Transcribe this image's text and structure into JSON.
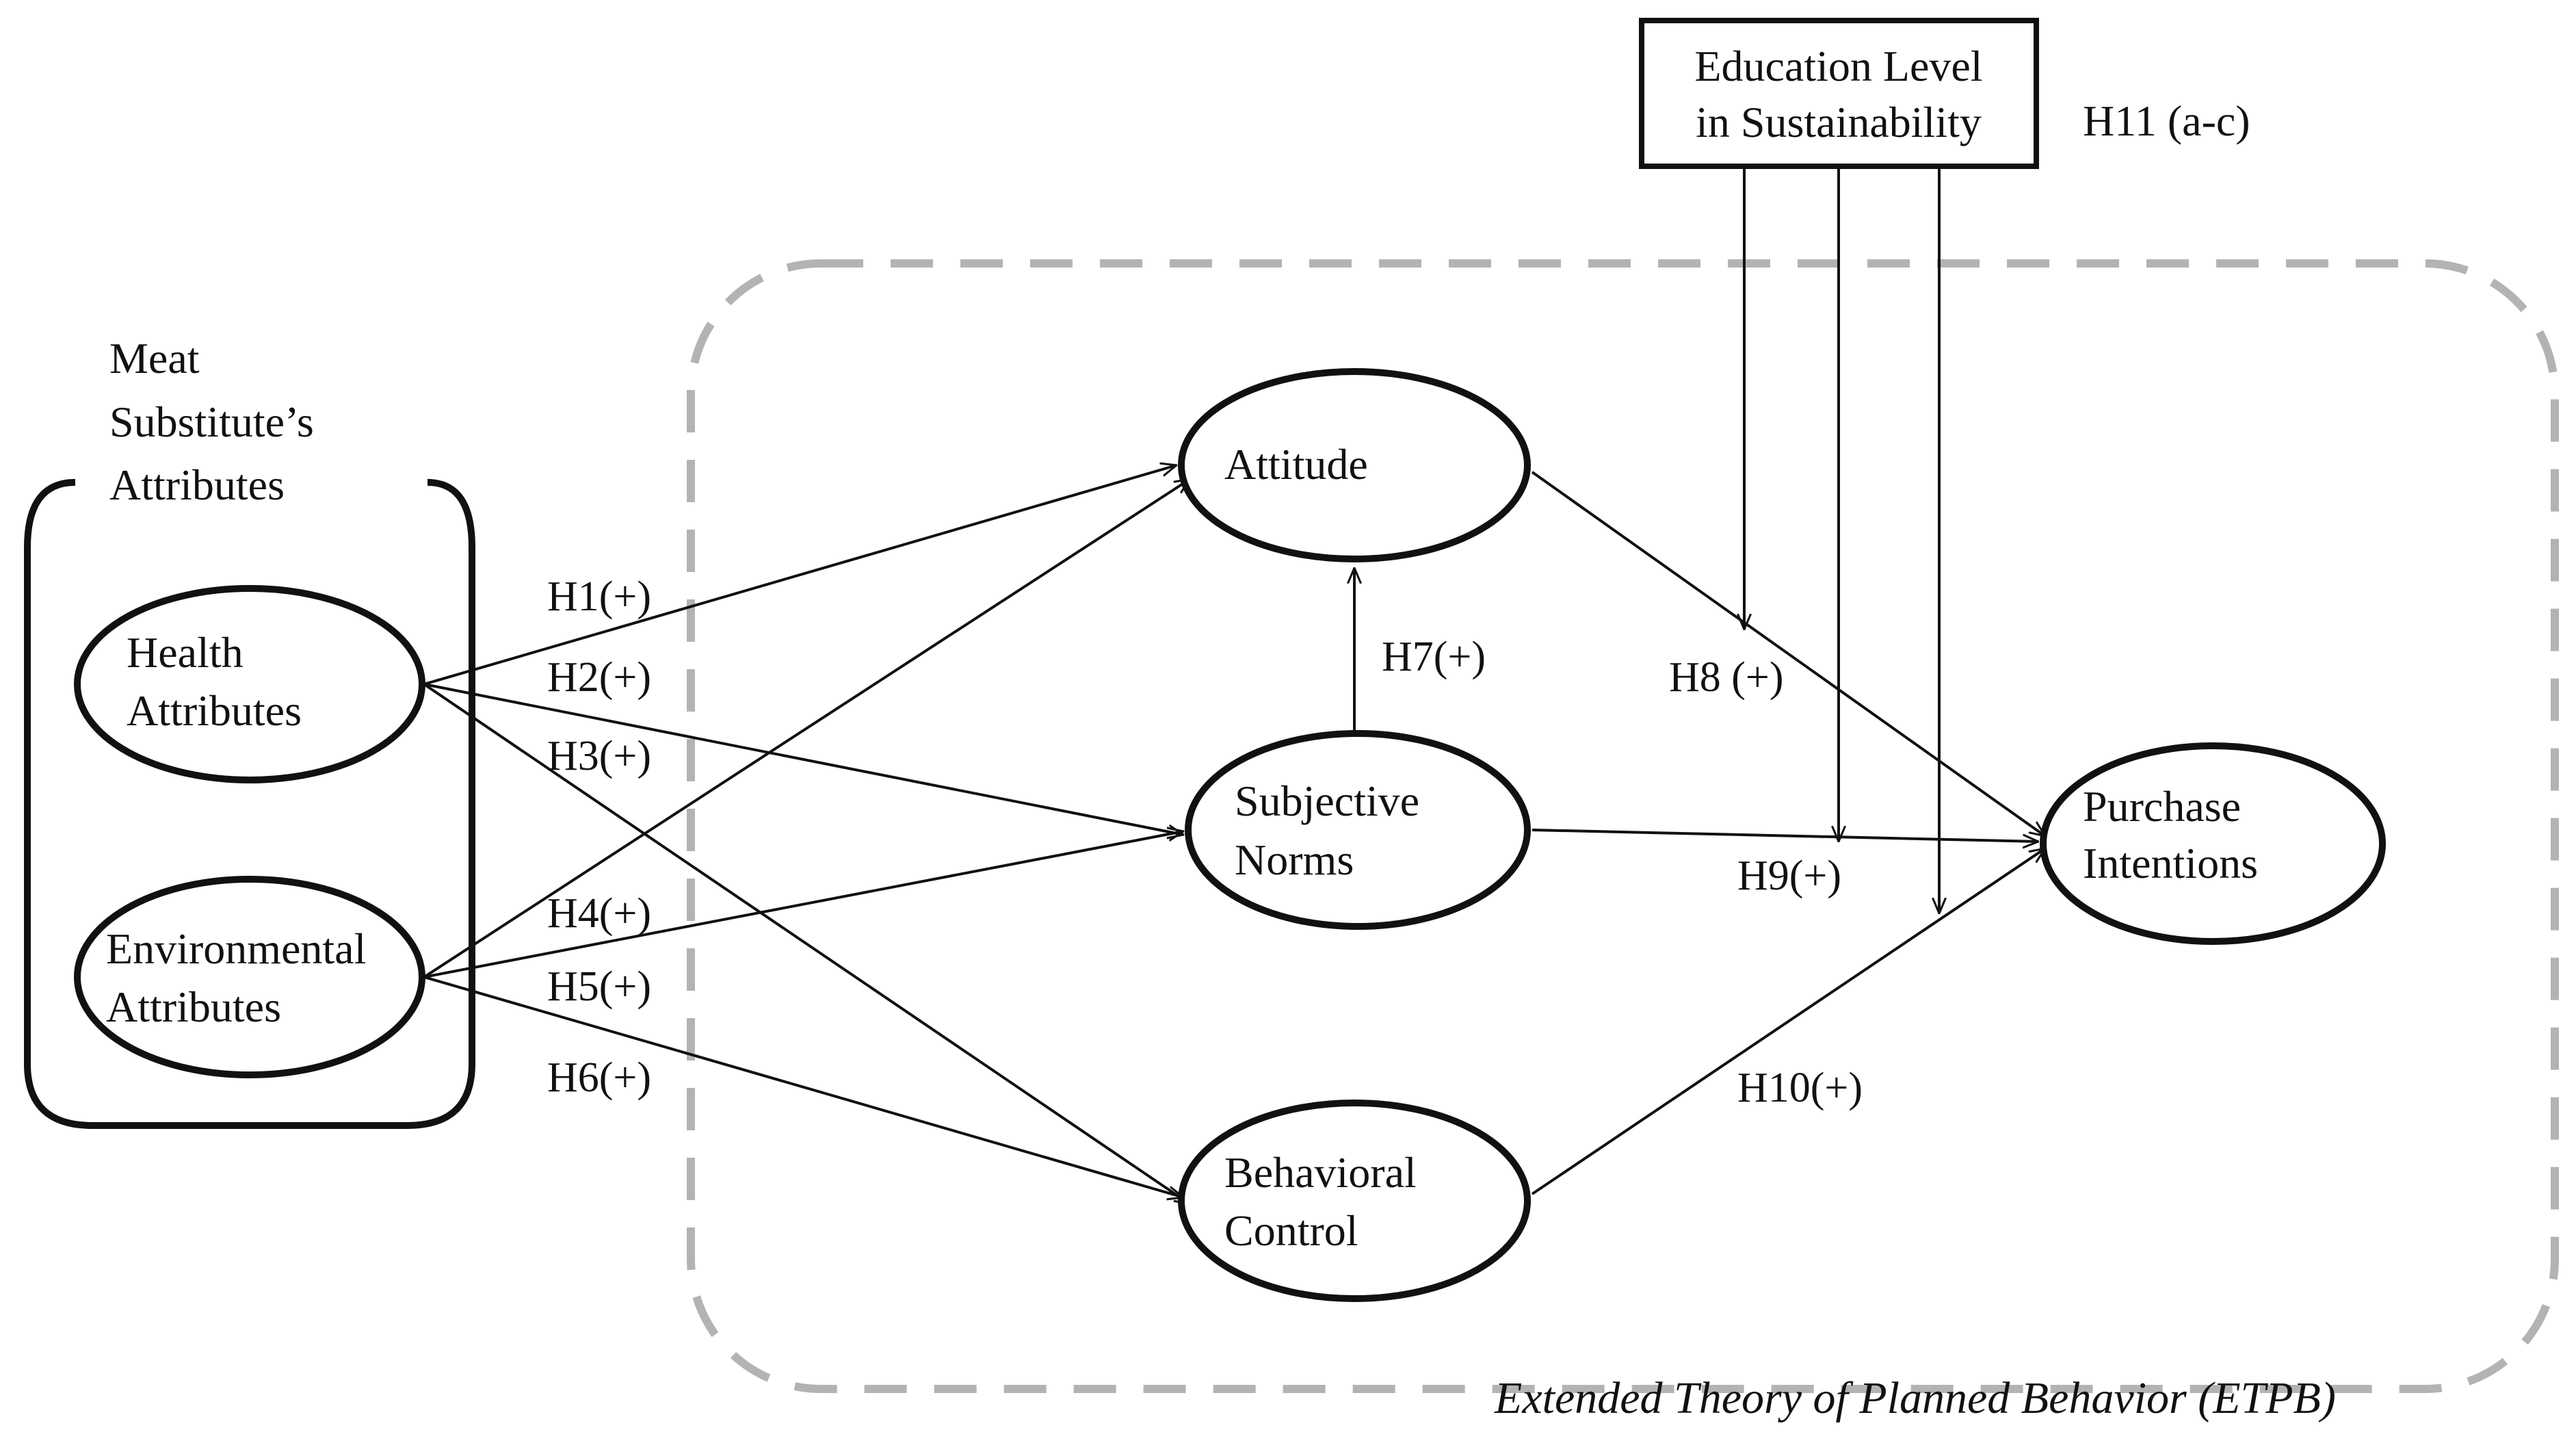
{
  "group": {
    "title_lines": [
      "Meat",
      "Substitute’s",
      "Attributes"
    ]
  },
  "moderator": {
    "lines": [
      "Education Level",
      "in Sustainability"
    ],
    "hypothesis": "H11 (a-c)"
  },
  "nodes": {
    "health": [
      "Health",
      "Attributes"
    ],
    "environmental": [
      "Environmental",
      "Attributes"
    ],
    "attitude": [
      "Attitude"
    ],
    "subjective_norms": [
      "Subjective",
      "Norms"
    ],
    "behavioral_control": [
      "Behavioral",
      "Control"
    ],
    "purchase_intentions": [
      "Purchase",
      "Intentions"
    ]
  },
  "hypotheses": {
    "h1": "H1(+)",
    "h2": "H2(+)",
    "h3": "H3(+)",
    "h4": "H4(+)",
    "h5": "H5(+)",
    "h6": "H6(+)",
    "h7": "H7(+)",
    "h8": "H8 (+)",
    "h9": "H9(+)",
    "h10": "H10(+)"
  },
  "frame_caption": "Extended Theory of Planned Behavior (ETPB)"
}
